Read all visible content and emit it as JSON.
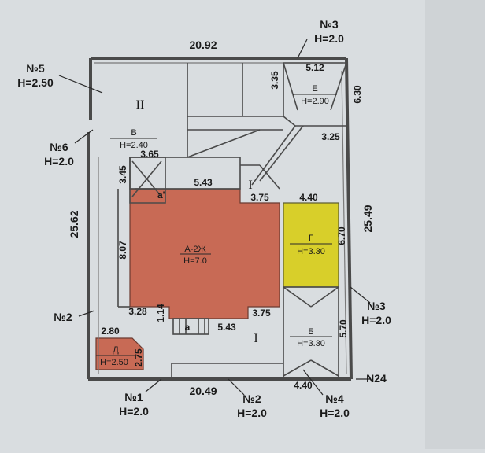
{
  "colors": {
    "background": "#d9dde0",
    "wall": "#4a4a4a",
    "litera_a": "#c86a55",
    "litera_g": "#d8cf2a",
    "litera_d": "#c86a55"
  },
  "rooms": {
    "a_zh": {
      "name": "А-2Ж",
      "height": "H=7.0"
    },
    "g": {
      "name": "Г",
      "height": "H=3.30"
    },
    "b": {
      "name": "Б",
      "height": "H=3.30"
    },
    "e": {
      "name": "Е",
      "height": "H=2.90"
    },
    "v": {
      "name": "В",
      "height": "H=2.40"
    },
    "d": {
      "name": "Д",
      "height": "H=2.50"
    },
    "a_small_top": "а'",
    "a_small_bottom": "а"
  },
  "roman": {
    "ii": "II",
    "i_top": "I",
    "i_bottom": "I"
  },
  "fences": {
    "n5": {
      "num": "№5",
      "h": "H=2.50"
    },
    "n6": {
      "num": "№6",
      "h": "H=2.0"
    },
    "n2_left": {
      "num": "№2"
    },
    "n1": {
      "num": "№1",
      "h": "H=2.0"
    },
    "n2_bottom": {
      "num": "№2",
      "h": "H=2.0"
    },
    "n4": {
      "num": "№4",
      "h": "H=2.0"
    },
    "n3_top": {
      "num": "№3",
      "h": "H=2.0"
    },
    "n3_right": {
      "num": "№3",
      "h": "H=2.0"
    },
    "n24": "N24"
  },
  "dims": {
    "top": "20.92",
    "bottom": "20.49",
    "left": "25.62",
    "right": "25.49",
    "e_top": "5.12",
    "e_left": "3.35",
    "e_right": "6.30",
    "e_bottom": "3.25",
    "v_width": "3.65",
    "v_height": "3.45",
    "a_top": "5.43",
    "a_left": "8.07",
    "a_right_top": "3.75",
    "a_bottom_left": "3.28",
    "a_bottom_right": "3.75",
    "a_porch_h": "1.14",
    "a_porch_w": "5.43",
    "g_top": "4.40",
    "g_right": "6.70",
    "b_right": "5.70",
    "b_bottom": "4.40",
    "d_top": "2.80",
    "d_right": "2.75"
  }
}
